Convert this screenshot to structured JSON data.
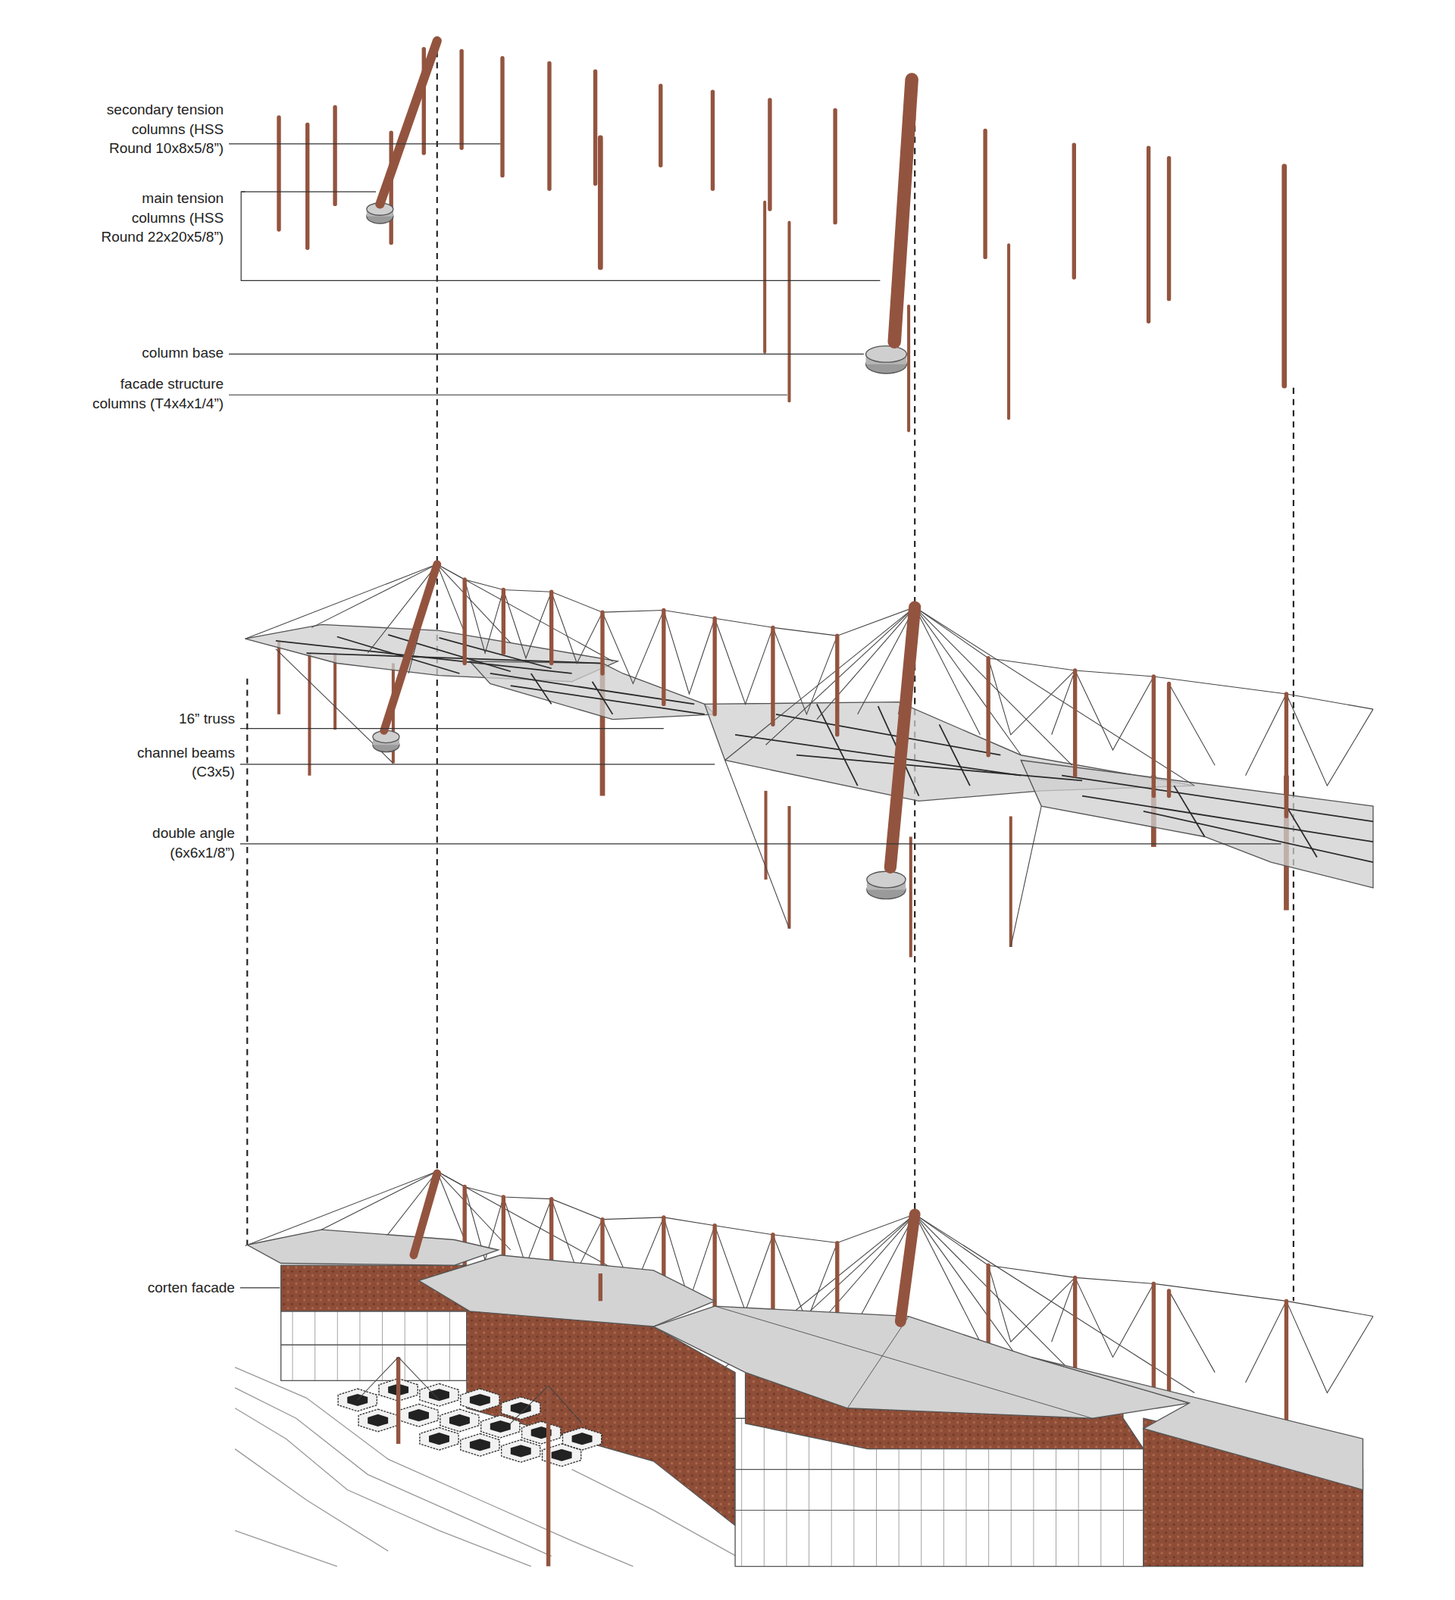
{
  "diagram": {
    "labels": [
      "secondary tension columns (HSS Round 10x8x5/8”)",
      "main tension columns (HSS Round 22x20x5/8”)",
      "column base",
      "facade structure columns (T4x4x1/4”)",
      "16” truss",
      "channel beams (C3x5)",
      "double angle (6x6x1/8”)",
      "corten facade"
    ]
  }
}
